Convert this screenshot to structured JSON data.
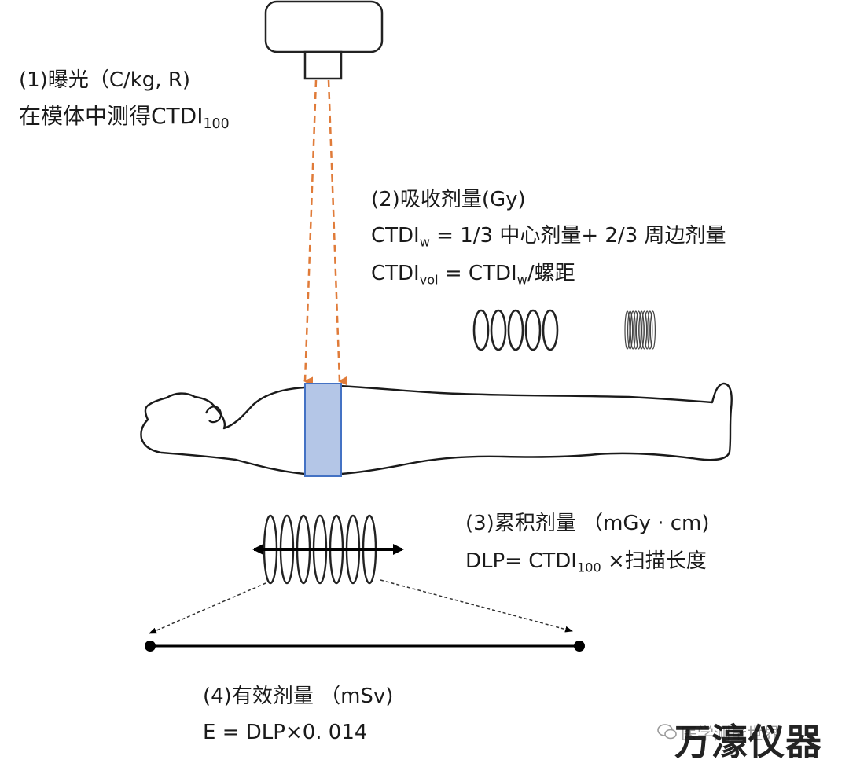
{
  "labels": {
    "exposure_line1": "(1)曝光（C/kg, R)",
    "exposure_line2_prefix": "在模体中测得CTDI",
    "exposure_line2_sub": "100",
    "absorbed_title": "(2)吸收剂量(Gy)",
    "ctdiw_prefix": "CTDI",
    "ctdiw_sub": "w",
    "ctdiw_formula": " = 1/3 中心剂量+ 2/3 周边剂量",
    "ctdivol_prefix": "CTDI",
    "ctdivol_sub": "vol",
    "ctdivol_mid": " = CTDI",
    "ctdivol_sub2": "w",
    "ctdivol_suffix": "/螺距",
    "cumulative_title": "(3)累积剂量 （mGy · cm)",
    "dlp_prefix": "DLP= CTDI",
    "dlp_sub": "100",
    "dlp_suffix": " ×扫描长度",
    "effective_title": "(4)有效剂量 （mSv)",
    "effective_formula": "E = DLP×0. 014"
  },
  "watermark": {
    "small_text": "医学测量世界",
    "large_text": "万濠仪器"
  },
  "colors": {
    "beam_arrow": "#e07b39",
    "scan_region_fill": "#b4c6e7",
    "scan_region_stroke": "#4472c4",
    "outline": "#222222"
  }
}
